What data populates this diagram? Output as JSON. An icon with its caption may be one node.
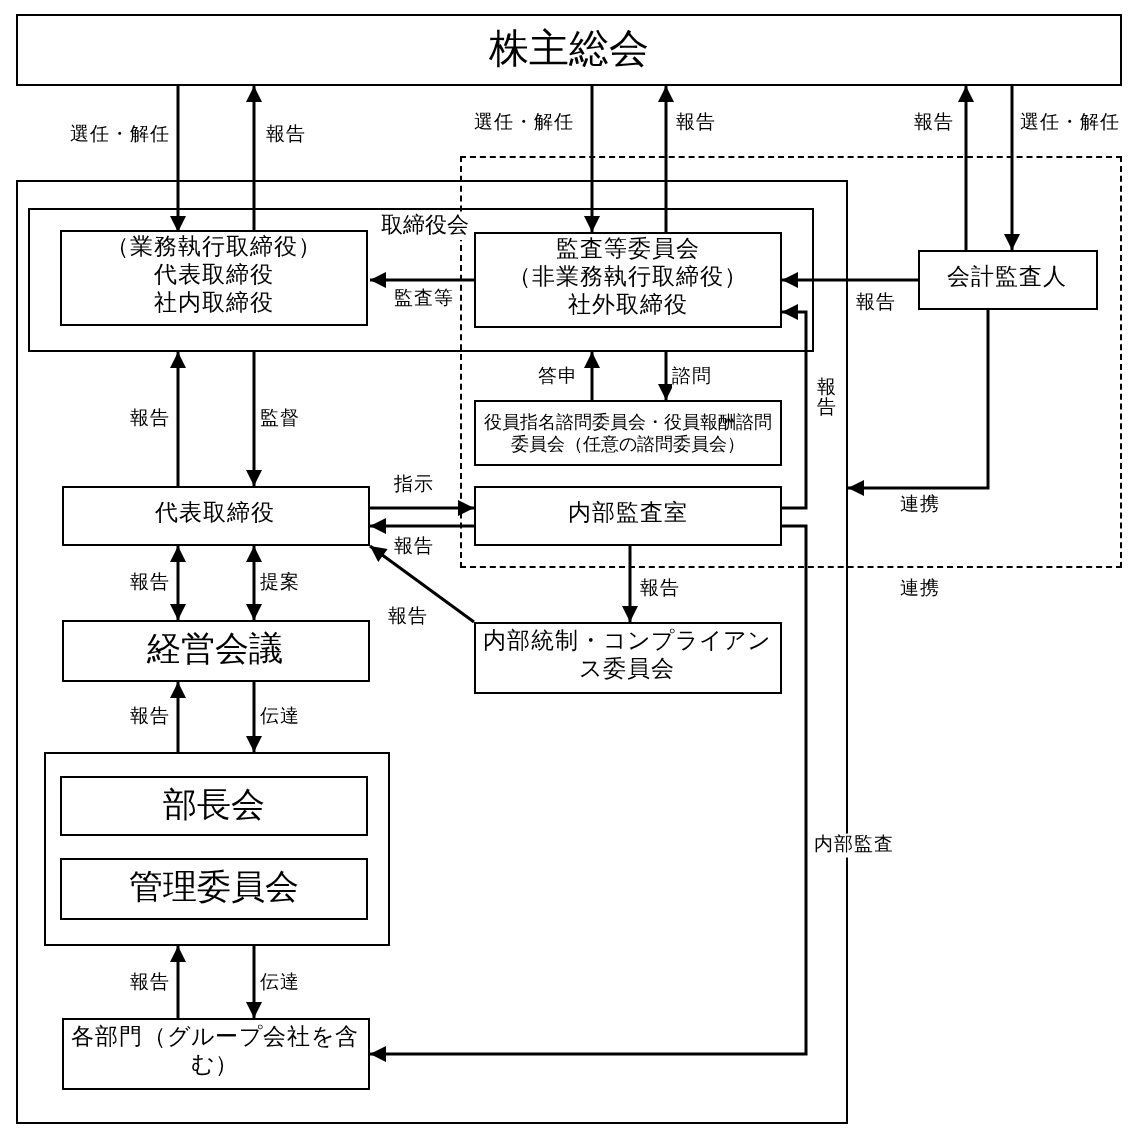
{
  "diagram": {
    "nodes": [
      {
        "text": [
          "株主総会"
        ]
      },
      {
        "text": [],
        "shape": "box"
      },
      {
        "text": [
          "取締役会"
        ],
        "in": 1
      },
      {
        "text": [],
        "shape": "box"
      },
      {
        "text": [
          "（業務執行取締役）",
          "代表取締役",
          "社内取締役"
        ],
        "in": 2
      },
      {
        "text": [
          "監査等委員会",
          "（非業務執行取締役）",
          "社外取締役"
        ]
      },
      {
        "text": [
          "会計監査人"
        ],
        "in": 3
      },
      {
        "text": [
          "役員指名諮問委員会・役員報酬諮問委員会（任意の諮問委員会）"
        ]
      },
      {
        "text": [
          "代表取締役"
        ],
        "in": 1
      },
      {
        "text": [
          "内部監査室"
        ]
      },
      {
        "text": [
          "経営会議"
        ],
        "in": 1
      },
      {
        "text": [
          "内部統制・コンプライアンス委員会"
        ],
        "in": 1
      },
      {
        "text": [],
        "shape": "box",
        "in": 1
      },
      {
        "text": [
          "部長会"
        ],
        "in": 12
      },
      {
        "text": [
          "管理委員会"
        ],
        "in": 12
      },
      {
        "text": [
          "各部門（グループ会社を含む）"
        ],
        "in": 1
      }
    ],
    "edges": [
      {
        "from": 0,
        "to": 4,
        "arrow": "to",
        "label": "選任・解任"
      },
      {
        "from": 4,
        "to": 0,
        "arrow": "to",
        "label": "報告"
      },
      {
        "from": 0,
        "to": 5,
        "arrow": "to",
        "label": "選任・解任"
      },
      {
        "from": 5,
        "to": 0,
        "arrow": "to",
        "label": "報告"
      },
      {
        "from": 6,
        "to": 0,
        "arrow": "to",
        "label": "報告"
      },
      {
        "from": 0,
        "to": 6,
        "arrow": "to",
        "label": "選任・解任"
      },
      {
        "from": 5,
        "to": 4,
        "arrow": "to",
        "label": "監査等"
      },
      {
        "from": 6,
        "to": 5,
        "arrow": "to",
        "label": "報告"
      },
      {
        "from": 9,
        "to": 5,
        "arrow": "to",
        "label": "報告"
      },
      {
        "from": 8,
        "to": 2,
        "arrow": "to",
        "label": "報告"
      },
      {
        "from": 2,
        "to": 8,
        "arrow": "to",
        "label": "監督"
      },
      {
        "from": 7,
        "to": 2,
        "arrow": "to",
        "label": "答申"
      },
      {
        "from": 2,
        "to": 7,
        "arrow": "to",
        "label": "諮問"
      },
      {
        "from": 8,
        "to": 9,
        "arrow": "to",
        "label": "指示"
      },
      {
        "from": 9,
        "to": 8,
        "arrow": "to",
        "label": "報告"
      },
      {
        "from": 6,
        "to": 1,
        "arrow": "to",
        "label": "連携"
      },
      {
        "from": 9,
        "to": 15,
        "arrow": "to",
        "label": "内部監査"
      },
      {
        "from": 8,
        "to": 10,
        "arrow": "both",
        "label": "報告"
      },
      {
        "from": 8,
        "to": 10,
        "arrow": "both",
        "label": "提案"
      },
      {
        "from": 9,
        "to": 11,
        "arrow": "to",
        "label": "報告"
      },
      {
        "from": 11,
        "to": 8,
        "arrow": "to",
        "label": "報告"
      },
      {
        "from": 12,
        "to": 10,
        "arrow": "to",
        "label": "報告"
      },
      {
        "from": 10,
        "to": 12,
        "arrow": "to",
        "label": "伝達"
      },
      {
        "from": 15,
        "to": 12,
        "arrow": "to",
        "label": "報告"
      },
      {
        "from": 12,
        "to": 15,
        "arrow": "to",
        "label": "伝達"
      }
    ],
    "labels": [
      "連携"
    ]
  }
}
